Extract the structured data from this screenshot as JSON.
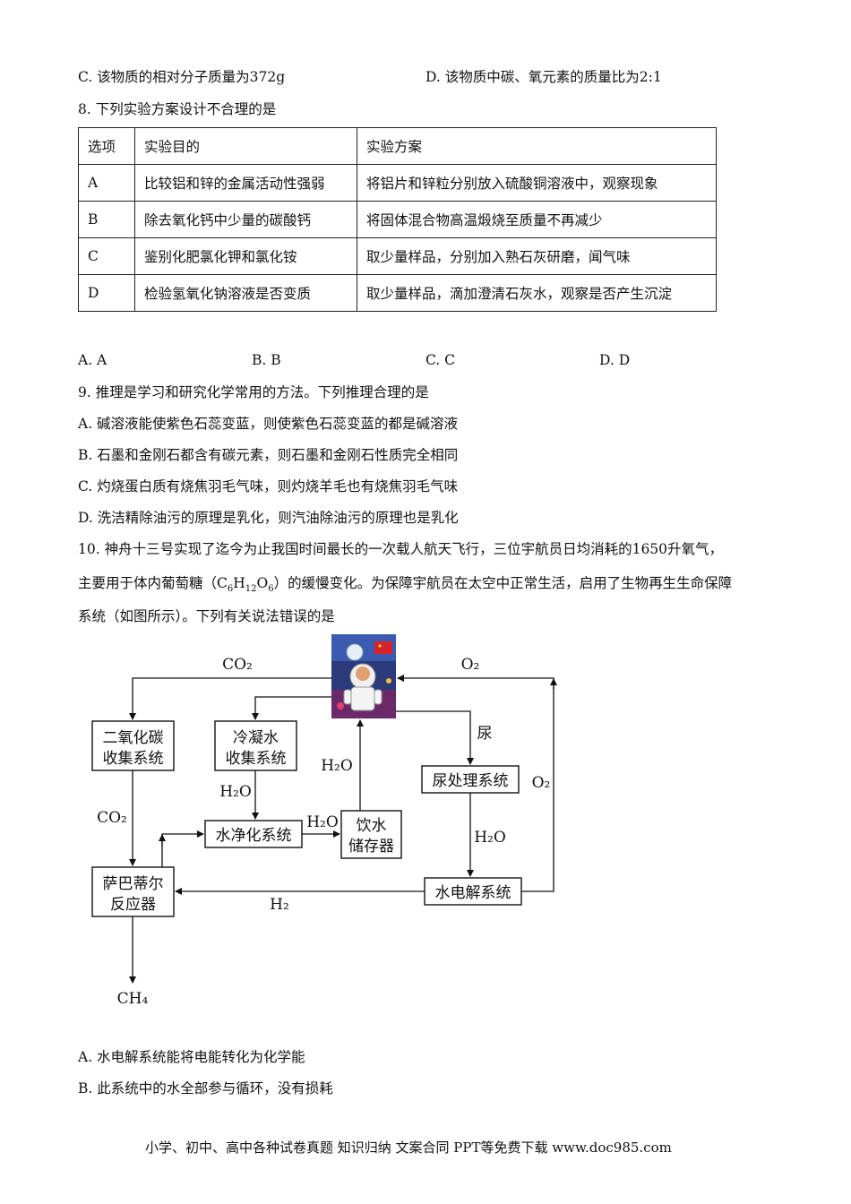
{
  "q7": {
    "optC": "C. 该物质的相对分子质量为372g",
    "optD": "D. 该物质中碳、氧元素的质量比为2:1"
  },
  "q8": {
    "stem": "8. 下列实验方案设计不合理的是",
    "headers": [
      "选项",
      "实验目的",
      "实验方案"
    ],
    "rows": [
      [
        "A",
        "比较铝和锌的金属活动性强弱",
        "将铝片和锌粒分别放入硫酸铜溶液中，观察现象"
      ],
      [
        "B",
        "除去氧化钙中少量的碳酸钙",
        "将固体混合物高温煅烧至质量不再减少"
      ],
      [
        "C",
        "鉴别化肥氯化钾和氯化铵",
        "取少量样品，分别加入熟石灰研磨，闻气味"
      ],
      [
        "D",
        "检验氢氧化钠溶液是否变质",
        "取少量样品，滴加澄清石灰水，观察是否产生沉淀"
      ]
    ],
    "options": [
      "A. A",
      "B. B",
      "C. C",
      "D. D"
    ]
  },
  "q9": {
    "stem": "9. 推理是学习和研究化学常用的方法。下列推理合理的是",
    "options": [
      "A. 碱溶液能使紫色石蕊变蓝，则使紫色石蕊变蓝的都是碱溶液",
      "B. 石墨和金刚石都含有碳元素，则石墨和金刚石性质完全相同",
      "C. 灼烧蛋白质有烧焦羽毛气味，则灼烧羊毛也有烧焦羽毛气味",
      "D. 洗洁精除油污的原理是乳化，则汽油除油污的原理也是乳化"
    ]
  },
  "q10": {
    "line1": "10. 神舟十三号实现了迄今为止我国时间最长的一次载人航天飞行，三位宇航员日均消耗的1650升氧气，",
    "line2a": "主要用于体内葡萄糖（C",
    "line2sub1": "6",
    "line2b": "H",
    "line2sub2": "12",
    "line2c": "O",
    "line2sub3": "6",
    "line2d": "）的缓慢变化。为保障宇航员在太空中正常生活，启用了生物再生生命保障",
    "line3": "系统（如图所示）。下列有关说法错误的是",
    "diagram": {
      "box_co2_collect": [
        "二氧化碳",
        "收集系统"
      ],
      "box_condense": [
        "冷凝水",
        "收集系统"
      ],
      "box_purify": "水净化系统",
      "box_storage": [
        "饮水",
        "储存器"
      ],
      "box_urine": "尿处理系统",
      "box_sabatier": [
        "萨巴蒂尔",
        "反应器"
      ],
      "box_electrolysis": "水电解系统",
      "lbl_co2_top": "CO₂",
      "lbl_o2_top": "O₂",
      "lbl_urine": "尿",
      "lbl_h2o_up": "H₂O",
      "lbl_h2o_condense": "H₂O",
      "lbl_co2_left": "CO₂",
      "lbl_h2o_purify": "H₂O",
      "lbl_h2o_urine": "H₂O",
      "lbl_o2_right": "O₂",
      "lbl_h2": "H₂",
      "lbl_ch4": "CH₄"
    },
    "options": [
      "A. 水电解系统能将电能转化为化学能",
      "B. 此系统中的水全部参与循环，没有损耗"
    ]
  },
  "footer": "小学、初中、高中各种试卷真题  知识归纳  文案合同  PPT等免费下载      www.doc985.com"
}
